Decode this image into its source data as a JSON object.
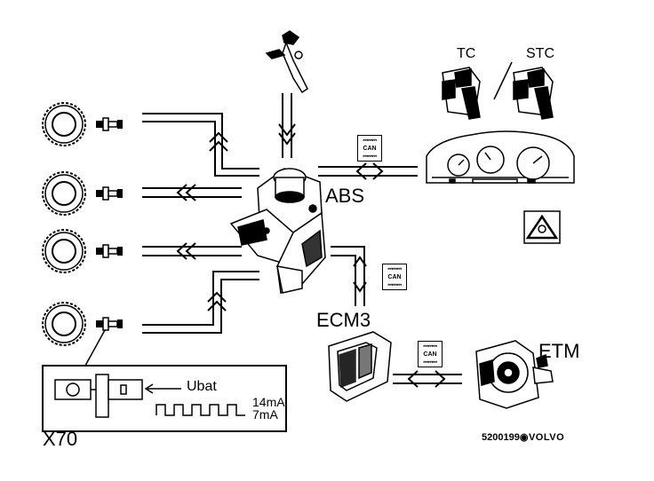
{
  "labels": {
    "tc": "TC",
    "stc": "STC",
    "abs": "ABS",
    "ecm": "ECM3",
    "etm": "ETM",
    "ubat": "Ubat",
    "current_high": "14mA",
    "current_low": "7mA",
    "connector": "X70",
    "figure_id": "5200199",
    "brand": "VOLVO"
  },
  "can_tags": [
    {
      "top": "⎓⎓⎓",
      "mid": "CAN",
      "bot": "⎓⎓⎓"
    },
    {
      "top": "⎓⎓⎓",
      "mid": "CAN",
      "bot": "⎓⎓⎓"
    },
    {
      "top": "⎓⎓⎓",
      "mid": "CAN",
      "bot": "⎓⎓⎓"
    }
  ],
  "icons": [
    "wheel-sensor-icon",
    "brake-pedal-icon",
    "abs-unit-icon",
    "instrument-cluster-icon",
    "warning-triangle-icon",
    "ecm-icon",
    "throttle-module-icon",
    "switch-icon"
  ]
}
